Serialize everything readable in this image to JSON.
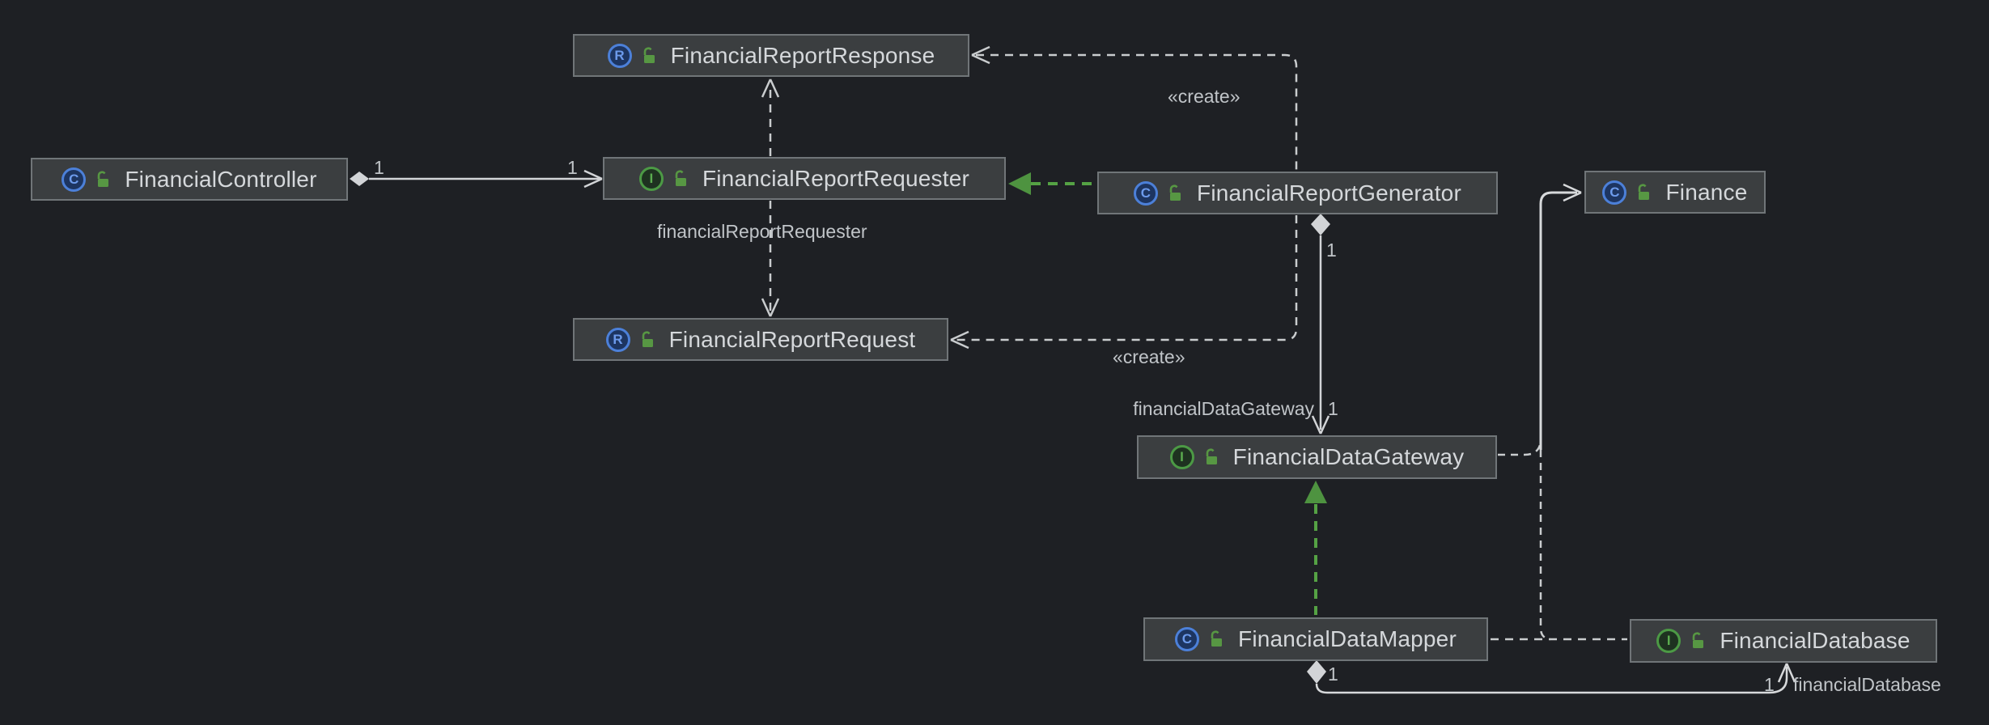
{
  "diagram": {
    "kind": "uml-class-diagram",
    "colors": {
      "background": "#1E2024",
      "node_fill": "#3B3E40",
      "node_border": "#707578",
      "node_text": "#D5D8DB",
      "edge_gray": "#CFD2D5",
      "edge_label": "#C0C4C8",
      "implements_green": "#55A244",
      "class_icon_blue": "#4C80D9",
      "interface_icon_green": "#4C9A45",
      "lock_green": "#579743"
    }
  },
  "nodes": [
    {
      "id": "financial-report-response",
      "label": "FinancialReportResponse",
      "kind": "record",
      "icon_letter": "R"
    },
    {
      "id": "financial-controller",
      "label": "FinancialController",
      "kind": "class",
      "icon_letter": "C"
    },
    {
      "id": "financial-report-requester",
      "label": "FinancialReportRequester",
      "kind": "interface",
      "icon_letter": "I"
    },
    {
      "id": "financial-report-generator",
      "label": "FinancialReportGenerator",
      "kind": "class",
      "icon_letter": "C"
    },
    {
      "id": "finance",
      "label": "Finance",
      "kind": "class",
      "icon_letter": "C"
    },
    {
      "id": "financial-report-request",
      "label": "FinancialReportRequest",
      "kind": "record",
      "icon_letter": "R"
    },
    {
      "id": "financial-data-gateway",
      "label": "FinancialDataGateway",
      "kind": "interface",
      "icon_letter": "I"
    },
    {
      "id": "financial-data-mapper",
      "label": "FinancialDataMapper",
      "kind": "class",
      "icon_letter": "C"
    },
    {
      "id": "financial-database",
      "label": "FinancialDatabase",
      "kind": "interface",
      "icon_letter": "I"
    }
  ],
  "edge_labels": {
    "controller_requester_source_mult": "1",
    "controller_requester_target_mult": "1",
    "requester_request_role": "financialReportRequester",
    "create_top": "«create»",
    "create_bottom": "«create»",
    "generator_gateway_source_mult": "1",
    "generator_gateway_role": "financialDataGateway",
    "generator_gateway_target_mult": "1",
    "mapper_database_source_mult": "1",
    "mapper_database_target_mult": "1",
    "mapper_database_role": "financialDatabase"
  }
}
